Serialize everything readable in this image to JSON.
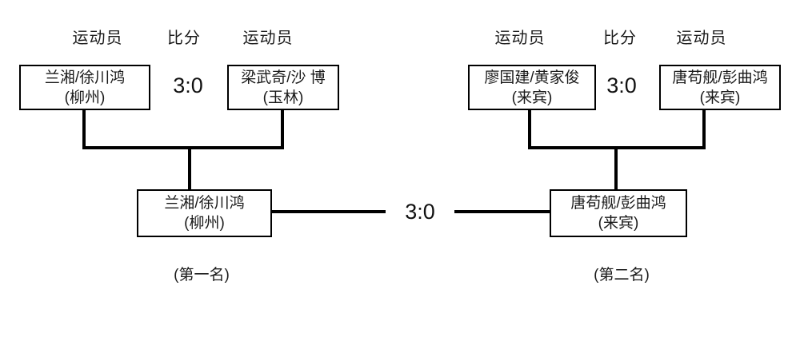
{
  "page": {
    "background_color": "#ffffff",
    "line_color": "#000000",
    "text_color": "#1a1a1a"
  },
  "left_bracket": {
    "headers": [
      {
        "label": "运动员"
      },
      {
        "label": "比分"
      },
      {
        "label": "运动员"
      }
    ],
    "semifinal": {
      "player1": {
        "names": "兰湘/徐川鸿",
        "city": "(柳州)"
      },
      "score": "3:0",
      "player2": {
        "names": "梁武奇/沙 博",
        "city": "(玉林)"
      }
    },
    "winner": {
      "names": "兰湘/徐川鸿",
      "city": "(柳州)"
    },
    "rank_label": "(第一名)"
  },
  "final": {
    "score": "3:0"
  },
  "right_bracket": {
    "headers": [
      {
        "label": "运动员"
      },
      {
        "label": "比分"
      },
      {
        "label": "运动员"
      }
    ],
    "semifinal": {
      "player1": {
        "names": "廖国建/黄家俊",
        "city": "(来宾)"
      },
      "score": "3:0",
      "player2": {
        "names": "唐苟舰/彭曲鸿",
        "city": "(来宾)"
      }
    },
    "winner": {
      "names": "唐苟舰/彭曲鸿",
      "city": "(来宾)"
    },
    "rank_label": "(第二名)"
  }
}
